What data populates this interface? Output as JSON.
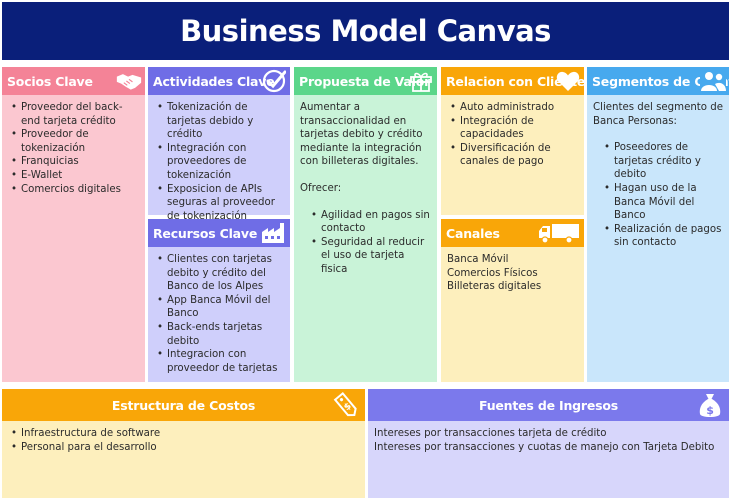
{
  "title": "Business Model Canvas",
  "socios": {
    "title": "Socios Clave",
    "icon": "handshake-icon",
    "items": [
      "Proveedor del back-end tarjeta crédito",
      "Proveedor de tokenización",
      "Franquicias",
      "E-Wallet",
      "Comercios digitales"
    ]
  },
  "actividades": {
    "title": "Actividades Clave",
    "icon": "checkmark-circle-icon",
    "items": [
      "Tokenización de tarjetas debido y crédito",
      "Integración con proveedores de tokenización",
      "Exposicion de APIs seguras al proveedor de tokenización"
    ]
  },
  "recursos": {
    "title": "Recursos Clave",
    "icon": "factory-icon",
    "items": [
      "Clientes con tarjetas debito y crédito del Banco de los Alpes",
      "App Banca Móvil del Banco",
      "Back-ends tarjetas debito",
      "Integracion con proveedor de tarjetas"
    ]
  },
  "propuesta": {
    "title": "Propuesta de Valor",
    "icon": "gift-icon",
    "intro": "Aumentar a transaccionalidad en tarjetas debito y crédito mediante la integración con billeteras digitales.",
    "offer_label": "Ofrecer:",
    "items": [
      "Agilidad en pagos sin contacto",
      "Seguridad al reducir el uso de tarjeta fisica"
    ]
  },
  "relacion": {
    "title": "Relacion con Clientes",
    "icon": "heart-icon",
    "items": [
      "Auto administrado",
      "Integración de capacidades",
      "Diversificación de canales de pago"
    ]
  },
  "canales": {
    "title": "Canales",
    "icon": "truck-icon",
    "lines": [
      "Banca Móvil",
      "Comercios Físicos",
      "Billeteras digitales"
    ]
  },
  "segmentos": {
    "title": "Segmentos de Cliente",
    "icon": "users-icon",
    "intro": "Clientes del segmento de Banca Personas:",
    "items": [
      "Poseedores de tarjetas crédito y debito",
      "Hagan uso de la Banca Móvil del Banco",
      "Realización de pagos sin contacto"
    ]
  },
  "costos": {
    "title": "Estructura de Costos",
    "icon": "price-tag-icon",
    "items": [
      "Infraestructura de software",
      "Personal para el desarrollo"
    ]
  },
  "ingresos": {
    "title": "Fuentes de Ingresos",
    "icon": "money-bag-icon",
    "lines": [
      "Intereses por transacciones tarjeta de crédito",
      "Intereses por transacciones y cuotas de manejo con Tarjeta Debito"
    ]
  },
  "colors": {
    "title_bg": "#0a1f7a",
    "pink": "#f48397",
    "purple": "#6f6de6",
    "green": "#5bd68a",
    "orange": "#f9a608",
    "blue": "#47a9ee"
  }
}
